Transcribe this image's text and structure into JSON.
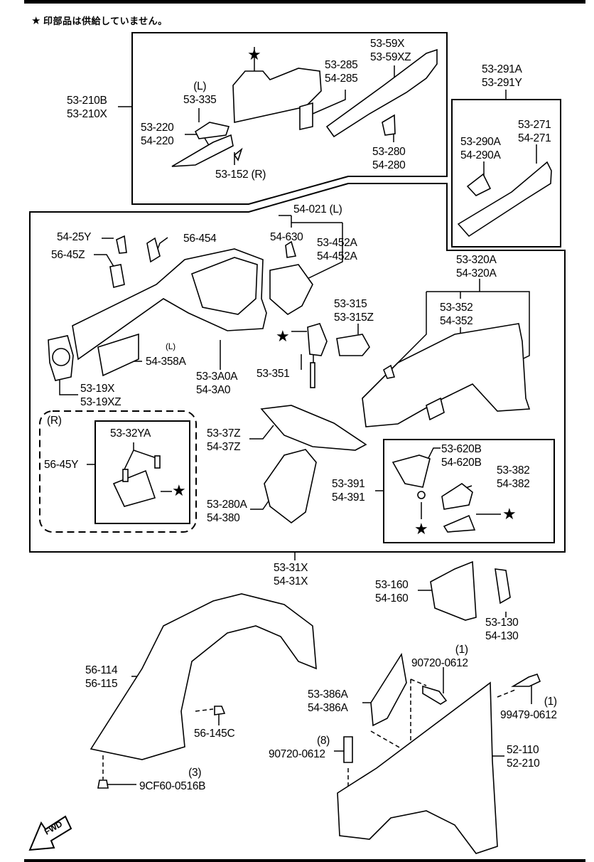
{
  "note": {
    "star": "★",
    "text": "印部品は供給していません。"
  },
  "labels": {
    "l_53_210": [
      "53-210B",
      "53-210X"
    ],
    "l_53_335": [
      "(L)",
      "53-335"
    ],
    "l_53_220": [
      "53-220",
      "54-220"
    ],
    "l_53_152": [
      "53-152 (R)"
    ],
    "l_53_285": [
      "53-285",
      "54-285"
    ],
    "l_53_59x": [
      "53-59X",
      "53-59XZ"
    ],
    "l_53_280": [
      "53-280",
      "54-280"
    ],
    "l_53_291": [
      "53-291A",
      "53-291Y"
    ],
    "l_53_271": [
      "53-271",
      "54-271"
    ],
    "l_53_290": [
      "53-290A",
      "54-290A"
    ],
    "l_54_021": [
      "54-021  (L)"
    ],
    "l_54_630": [
      "54-630"
    ],
    "l_53_452": [
      "53-452A",
      "54-452A"
    ],
    "l_54_25y": [
      "54-25Y"
    ],
    "l_56_454": [
      "56-454"
    ],
    "l_56_45z": [
      "56-45Z"
    ],
    "l_l_mark": [
      "(L)"
    ],
    "l_54_358": [
      "54-358A"
    ],
    "l_53_19x": [
      "53-19X",
      "53-19XZ"
    ],
    "l_53_3a0": [
      "53-3A0A",
      "54-3A0"
    ],
    "l_53_315": [
      "53-315",
      "53-315Z"
    ],
    "l_53_351": [
      "53-351"
    ],
    "l_53_320": [
      "53-320A",
      "54-320A"
    ],
    "l_53_352": [
      "53-352",
      "54-352"
    ],
    "l_r_mark": [
      "(R)"
    ],
    "l_53_32y": [
      "53-32YA"
    ],
    "l_56_45y": [
      "56-45Y"
    ],
    "l_53_37z": [
      "53-37Z",
      "54-37Z"
    ],
    "l_53_280a": [
      "53-280A",
      "54-380"
    ],
    "l_53_391": [
      "53-391",
      "54-391"
    ],
    "l_53_620": [
      "53-620B",
      "54-620B"
    ],
    "l_53_382": [
      "53-382",
      "54-382"
    ],
    "l_53_31x": [
      "53-31X",
      "54-31X"
    ],
    "l_53_160": [
      "53-160",
      "54-160"
    ],
    "l_53_130": [
      "53-130",
      "54-130"
    ],
    "l_56_114": [
      "56-114",
      "56-115"
    ],
    "l_56_145": [
      "56-145C"
    ],
    "l_9cf60": [
      "(3)",
      "9CF60-0516B"
    ],
    "l_90720a": [
      "(1)",
      "90720-0612"
    ],
    "l_53_386": [
      "53-386A",
      "54-386A"
    ],
    "l_99479": [
      "(1)",
      "99479-0612"
    ],
    "l_90720b": [
      "(8)",
      "90720-0612"
    ],
    "l_52_110": [
      "52-110",
      "52-210"
    ]
  },
  "stars": [
    "★",
    "★",
    "★",
    "★",
    "★",
    "★"
  ],
  "fwd_label": "FWD"
}
